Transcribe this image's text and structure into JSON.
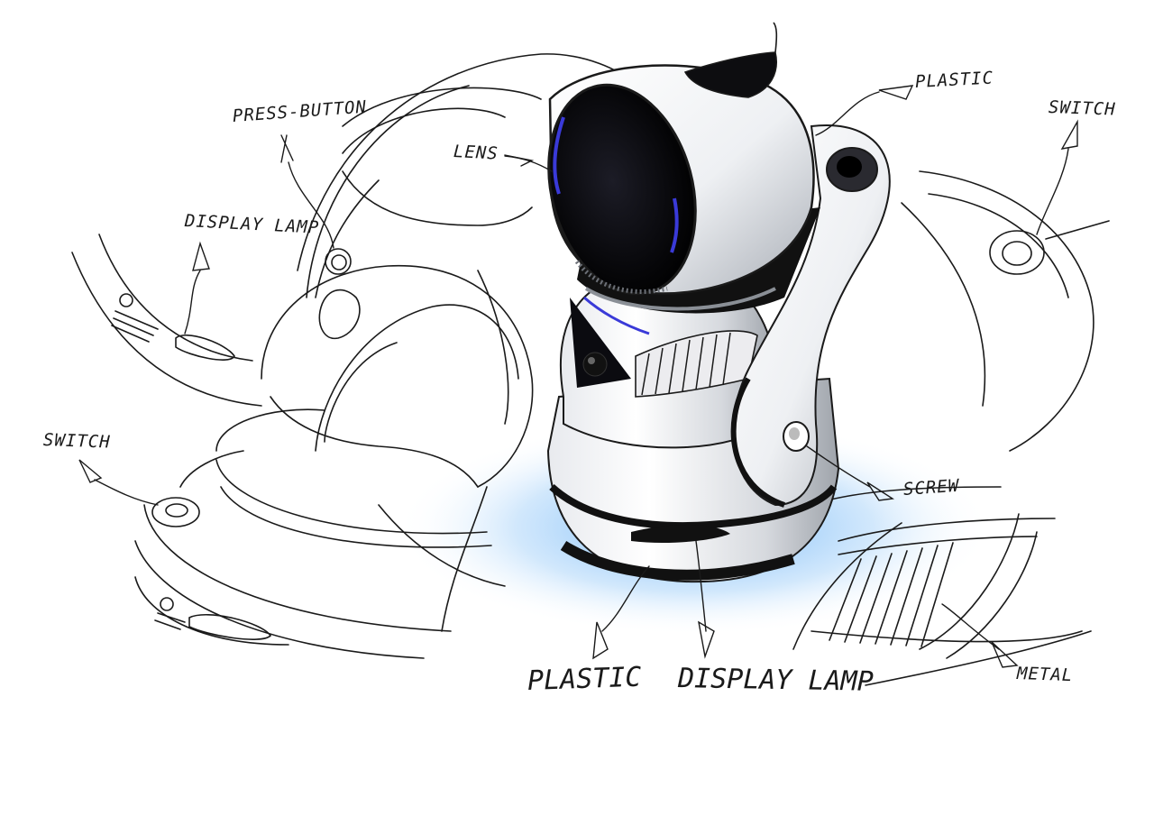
{
  "labels": {
    "press_button": "PRESS-BUTTON",
    "display_lamp_top": "DISPLAY LAMP",
    "lens": "LENS",
    "plastic_top": "PLASTIC",
    "switch_right": "SWITCH",
    "switch_left": "SWITCH",
    "screw": "SCREW",
    "plastic_bottom": "PLASTIC",
    "display_lamp_bottom": "DISPLAY LAMP",
    "metal": "METAL"
  },
  "colors": {
    "ink": "#1a1a1a",
    "glow": "#5aa9f5",
    "lens": "#0a0a0f",
    "lens_ring": "#3a3ad8",
    "body_shade": "#b8bcc2"
  }
}
